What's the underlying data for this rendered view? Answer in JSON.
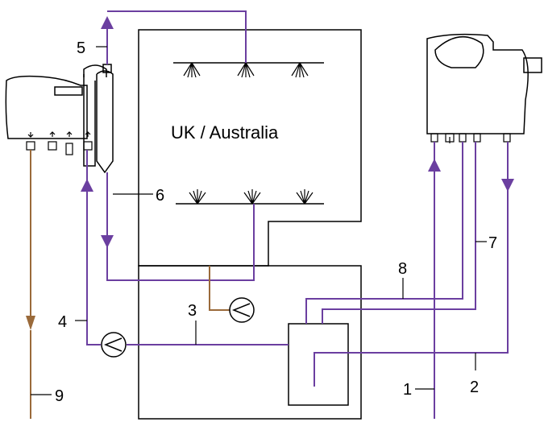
{
  "title": "UK / Australia",
  "labels": {
    "l1": "1",
    "l2": "2",
    "l3": "3",
    "l4": "4",
    "l5": "5",
    "l6": "6",
    "l7": "7",
    "l8": "8",
    "l9": "9"
  },
  "colors": {
    "purple": "#6B3FA0",
    "brown": "#9A6A3A",
    "outline": "#000000"
  }
}
